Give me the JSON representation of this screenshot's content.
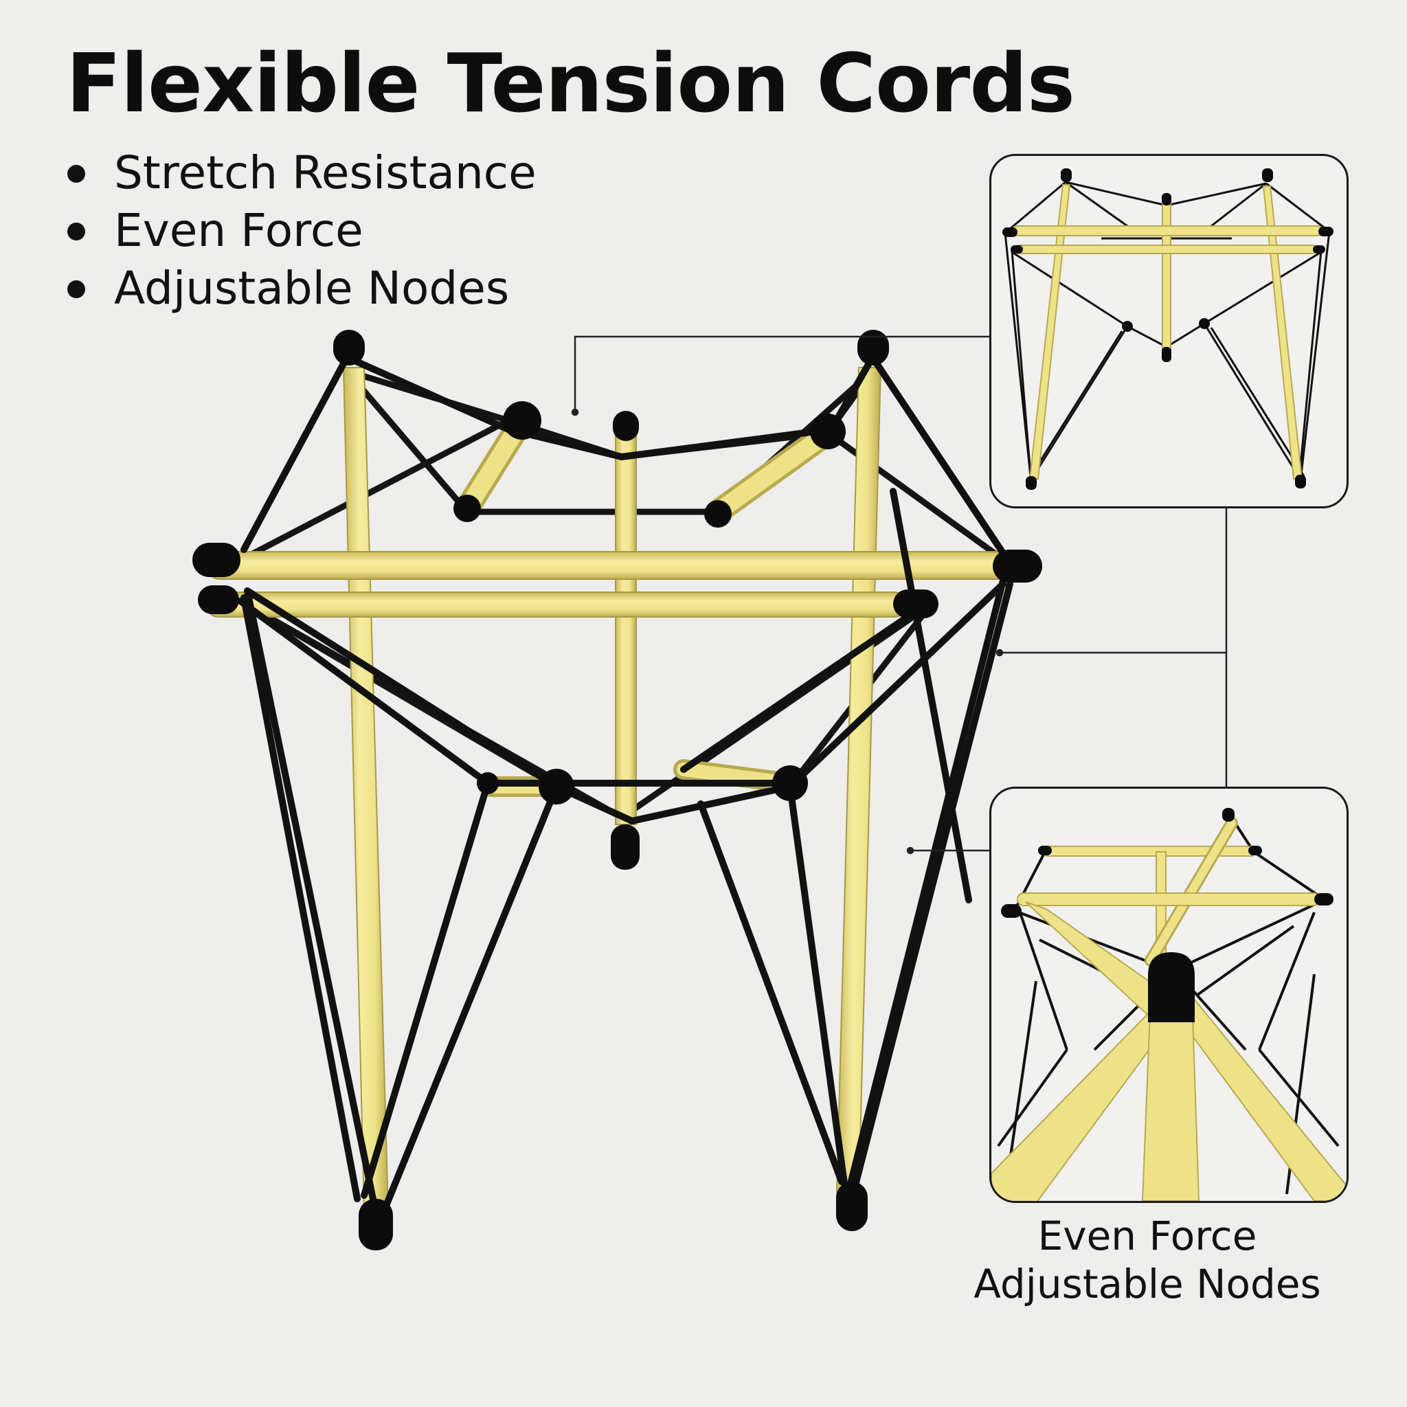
{
  "header": {
    "title": "Flexible Tension Cords",
    "features": [
      "Stretch Resistance",
      "Even Force",
      "Adjustable Nodes"
    ]
  },
  "inset_caption": {
    "line1": "Even Force",
    "line2": "Adjustable Nodes"
  },
  "colors": {
    "background": "#eeeeec",
    "strut": "#efe38a",
    "strut_edge": "#c9b85a",
    "cord": "#111111",
    "cap": "#0c0c0c"
  },
  "icons": [
    "bullet-dot-icon"
  ]
}
